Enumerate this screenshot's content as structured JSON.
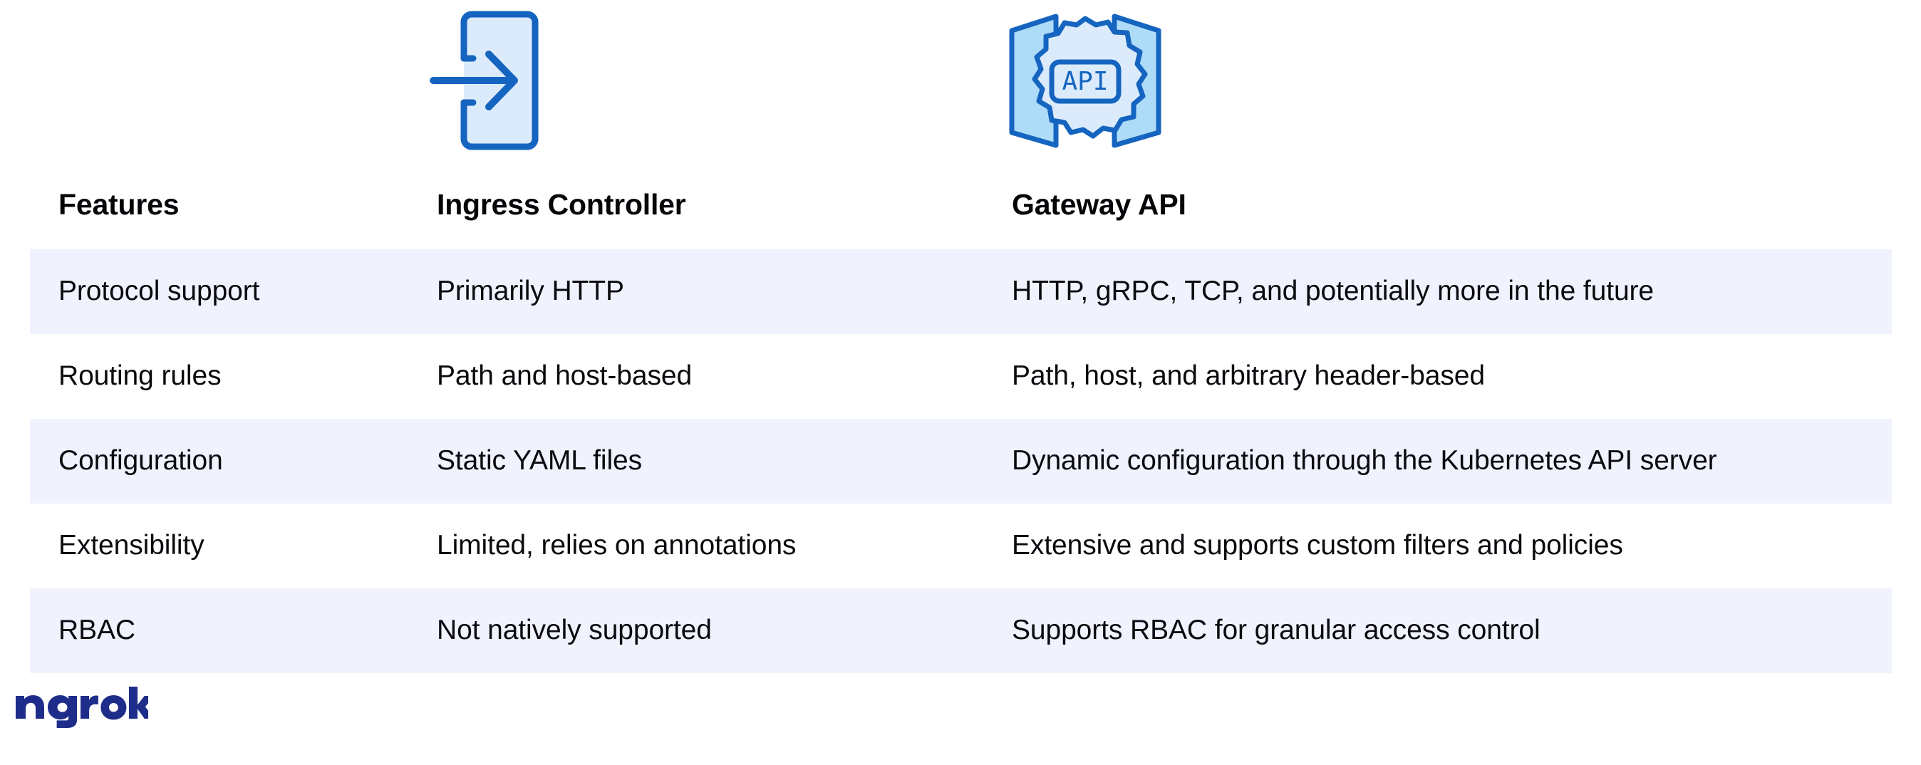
{
  "page": {
    "background_color": "#ffffff",
    "stripe_color": "#f0f2fd",
    "text_color": "#0a0a0f",
    "icon_outline_color": "#1565C0",
    "icon_fill_light": "#DCEBFB",
    "icon_fill_mid": "#AEDCF8",
    "brand_color": "#1F2D8A"
  },
  "icons": {
    "ingress": {
      "name": "ingress-controller-icon",
      "description": "arrow entering a rounded container"
    },
    "gateway": {
      "name": "gateway-api-icon",
      "label": "API",
      "description": "open gate panels around a gear labeled API"
    }
  },
  "table": {
    "columns": [
      {
        "key": "feature",
        "label": "Features"
      },
      {
        "key": "ingress",
        "label": "Ingress Controller"
      },
      {
        "key": "gateway",
        "label": "Gateway API"
      }
    ],
    "rows": [
      {
        "feature": "Protocol support",
        "ingress": "Primarily HTTP",
        "gateway": "HTTP, gRPC, TCP, and potentially more in the future",
        "striped": true
      },
      {
        "feature": "Routing rules",
        "ingress": "Path and host-based",
        "gateway": "Path, host, and arbitrary header-based",
        "striped": false
      },
      {
        "feature": "Configuration",
        "ingress": "Static YAML files",
        "gateway": "Dynamic configuration through the Kubernetes API server",
        "striped": true
      },
      {
        "feature": "Extensibility",
        "ingress": "Limited, relies on annotations",
        "gateway": "Extensive and supports custom filters and policies",
        "striped": false
      },
      {
        "feature": "RBAC",
        "ingress": "Not natively supported",
        "gateway": "Supports RBAC for granular access control",
        "striped": true
      }
    ]
  },
  "footer": {
    "logo_text": "ngrok"
  }
}
